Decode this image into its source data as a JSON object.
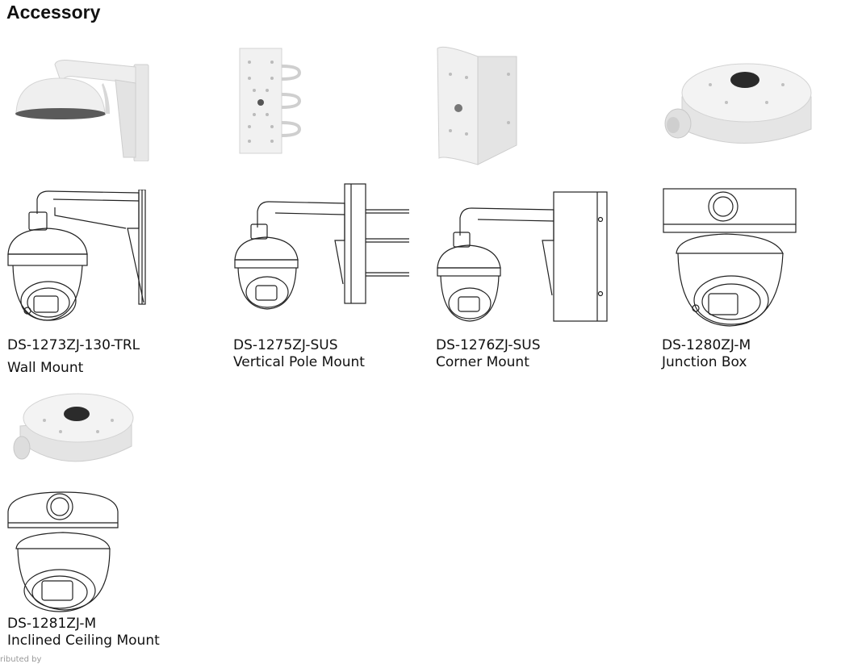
{
  "page": {
    "title": "Accessory",
    "footer_text": "ributed by"
  },
  "accessories": [
    {
      "model": "DS-1273ZJ-130-TRL",
      "name": "Wall Mount",
      "photo_icon": "wall-mount-photo",
      "drawing_icon": "wall-mount-drawing"
    },
    {
      "model": "DS-1275ZJ-SUS",
      "name": "Vertical Pole Mount",
      "photo_icon": "pole-mount-photo",
      "drawing_icon": "pole-mount-drawing"
    },
    {
      "model": "DS-1276ZJ-SUS",
      "name": "Corner Mount",
      "photo_icon": "corner-mount-photo",
      "drawing_icon": "corner-mount-drawing"
    },
    {
      "model": "DS-1280ZJ-M",
      "name": "Junction Box",
      "photo_icon": "junction-box-photo",
      "drawing_icon": "junction-box-drawing"
    },
    {
      "model": "DS-1281ZJ-M",
      "name": "Inclined Ceiling Mount",
      "photo_icon": "ceiling-mount-photo",
      "drawing_icon": "ceiling-mount-drawing"
    }
  ]
}
